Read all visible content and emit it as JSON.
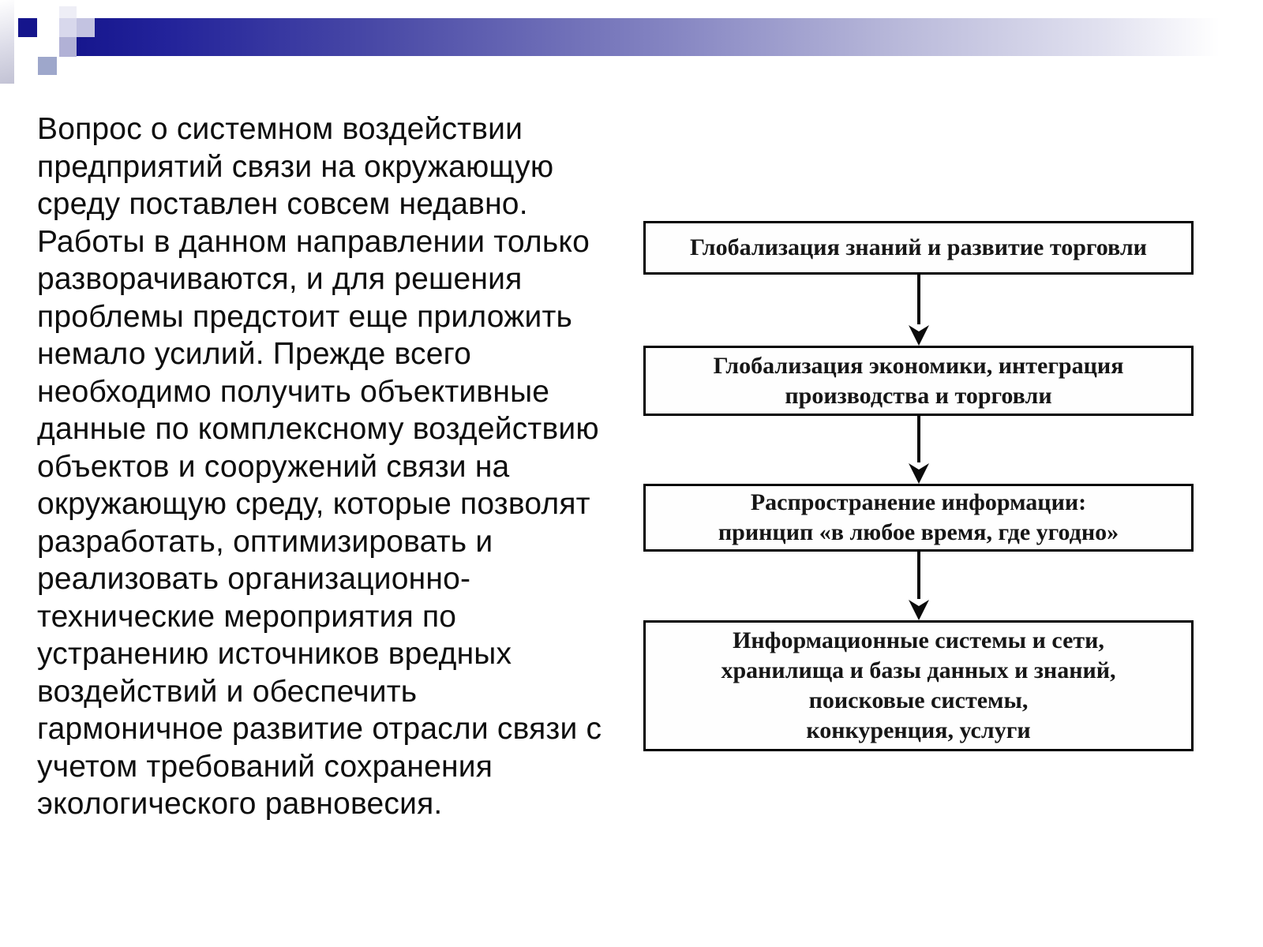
{
  "slide_type": "presentation-slide",
  "colors": {
    "bar_navy": "#16168e",
    "bar_fade_mid": "#8585c2",
    "bar_fade_light": "#e2e2f0",
    "square_navy": "#15158c",
    "square_pale_top": "#eeeef6",
    "square_pale": "#d8d8ec",
    "square_slate": "#b1b1d6",
    "square_lavender": "#c3c3e1",
    "square_blue_gray": "#9ea7cb",
    "text_color": "#0e0e0e",
    "box_border": "#000000"
  },
  "body_text": "Вопрос о системном воздействии\nпредприятий связи на окружающую\nсреду поставлен совсем недавно.\nРаботы в данном направлении только\nразворачиваются, и для решения\nпроблемы предстоит еще приложить\nнемало усилий. Прежде всего\nнеобходимо получить объективные\nданные по комплексному воздействию\nобъектов и сооружений связи на\nокружающую среду, которые позволят\nразработать, оптимизировать и\nреализовать организационно-\nтехнические мероприятия по\nустранению источников вредных\nвоздействий и обеспечить\nгармоничное развитие отрасли связи с\nучетом требований сохранения\nэкологического равновесия.",
  "flowchart": {
    "boxes": [
      {
        "label": "Глобализация знаний и развитие торговли"
      },
      {
        "label": "Глобализация экономики, интеграция\nпроизводства и торговли"
      },
      {
        "label": "Распространение информации:\nпринцип «в любое время, где угодно»"
      },
      {
        "label": "Информационные системы и сети,\nхранилища и базы данных и знаний,\nпоисковые системы,\nконкуренция, услуги"
      }
    ]
  }
}
